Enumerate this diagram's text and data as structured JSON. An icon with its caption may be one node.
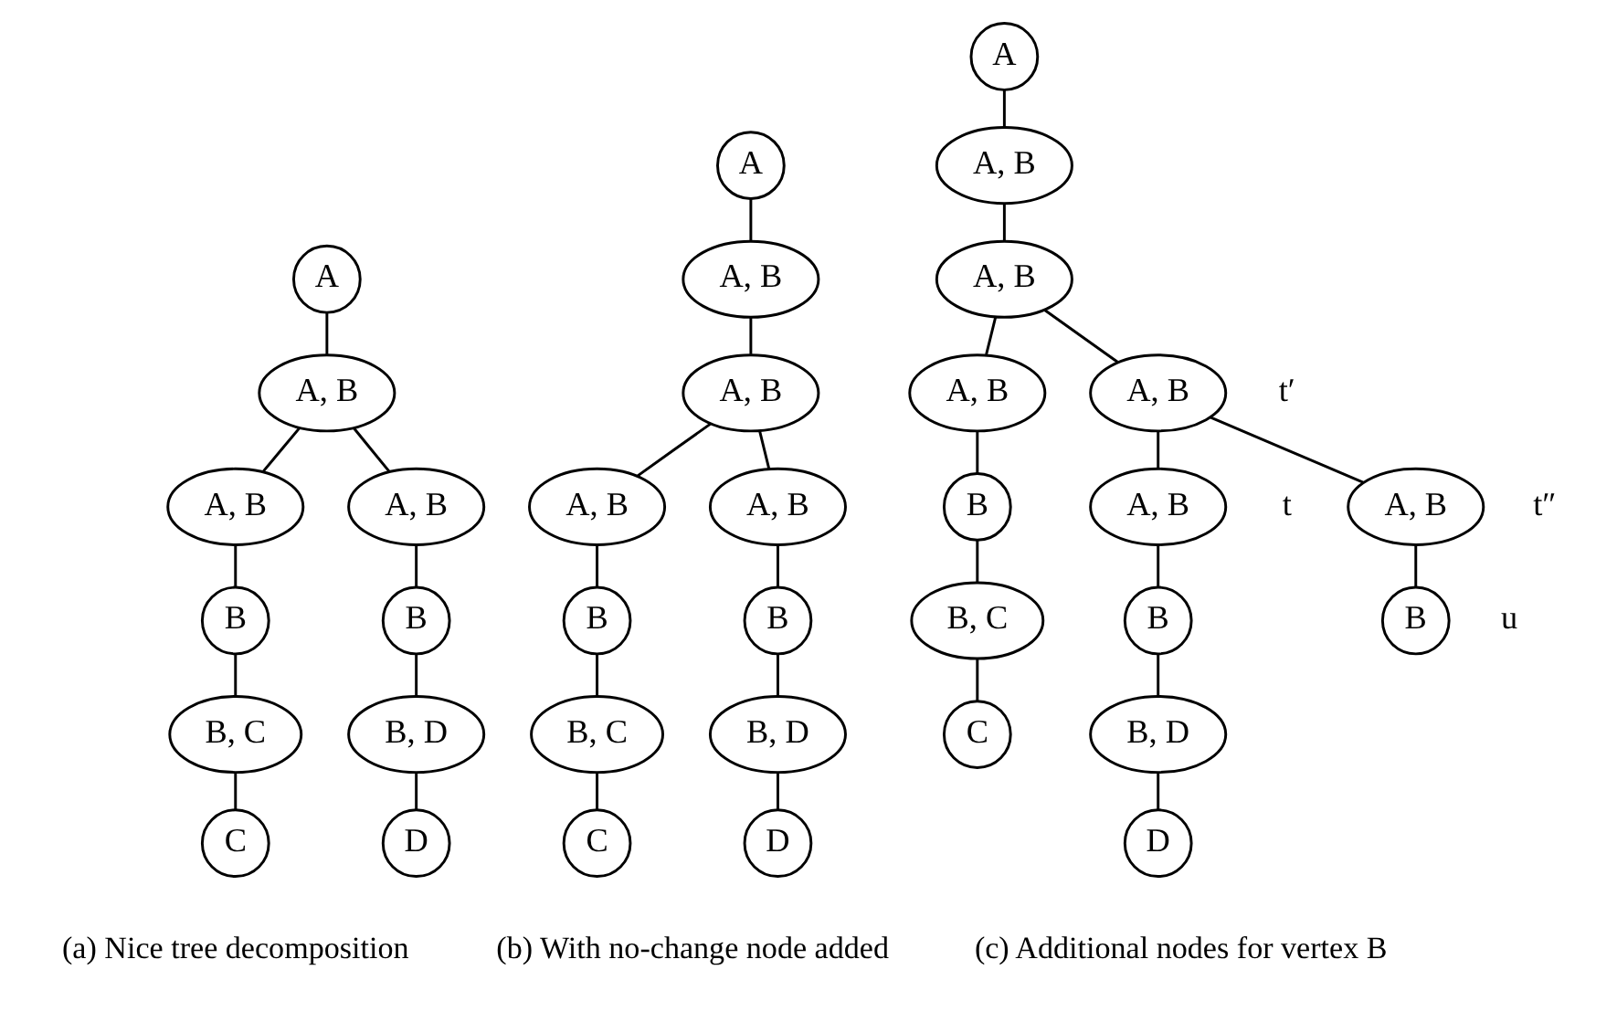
{
  "diagram": {
    "nodes": [
      {
        "text": [
          "A"
        ]
      },
      {
        "text": [
          "A, B"
        ]
      },
      {
        "text": [
          "A, B"
        ]
      },
      {
        "text": [
          "B"
        ]
      },
      {
        "text": [
          "B, C"
        ]
      },
      {
        "text": [
          "C"
        ]
      },
      {
        "text": [
          "A, B"
        ]
      },
      {
        "text": [
          "B"
        ]
      },
      {
        "text": [
          "B, D"
        ]
      },
      {
        "text": [
          "D"
        ]
      },
      {
        "text": [
          "A"
        ]
      },
      {
        "text": [
          "A, B"
        ]
      },
      {
        "text": [
          "A, B"
        ]
      },
      {
        "text": [
          "A, B"
        ]
      },
      {
        "text": [
          "B"
        ]
      },
      {
        "text": [
          "B, C"
        ]
      },
      {
        "text": [
          "C"
        ]
      },
      {
        "text": [
          "A, B"
        ]
      },
      {
        "text": [
          "B"
        ]
      },
      {
        "text": [
          "B, D"
        ]
      },
      {
        "text": [
          "D"
        ]
      },
      {
        "text": [
          "A"
        ]
      },
      {
        "text": [
          "A, B"
        ]
      },
      {
        "text": [
          "A, B"
        ]
      },
      {
        "text": [
          "A, B"
        ]
      },
      {
        "text": [
          "B"
        ]
      },
      {
        "text": [
          "B, C"
        ]
      },
      {
        "text": [
          "C"
        ]
      },
      {
        "text": [
          "A, B"
        ],
        "beside": [
          "t′"
        ]
      },
      {
        "text": [
          "A, B"
        ],
        "beside": [
          "t"
        ]
      },
      {
        "text": [
          "B"
        ]
      },
      {
        "text": [
          "B, D"
        ]
      },
      {
        "text": [
          "D"
        ]
      },
      {
        "text": [
          "A, B"
        ],
        "beside": [
          "t″"
        ]
      },
      {
        "text": [
          "B"
        ],
        "beside": [
          "u"
        ]
      }
    ],
    "edges": [
      {
        "from": 0,
        "to": 1,
        "arrow": "none"
      },
      {
        "from": 1,
        "to": 2,
        "arrow": "none"
      },
      {
        "from": 2,
        "to": 3,
        "arrow": "none"
      },
      {
        "from": 3,
        "to": 4,
        "arrow": "none"
      },
      {
        "from": 4,
        "to": 5,
        "arrow": "none"
      },
      {
        "from": 1,
        "to": 6,
        "arrow": "none"
      },
      {
        "from": 6,
        "to": 7,
        "arrow": "none"
      },
      {
        "from": 7,
        "to": 8,
        "arrow": "none"
      },
      {
        "from": 8,
        "to": 9,
        "arrow": "none"
      },
      {
        "from": 10,
        "to": 11,
        "arrow": "none"
      },
      {
        "from": 11,
        "to": 12,
        "arrow": "none"
      },
      {
        "from": 12,
        "to": 13,
        "arrow": "none"
      },
      {
        "from": 13,
        "to": 14,
        "arrow": "none"
      },
      {
        "from": 14,
        "to": 15,
        "arrow": "none"
      },
      {
        "from": 15,
        "to": 16,
        "arrow": "none"
      },
      {
        "from": 12,
        "to": 17,
        "arrow": "none"
      },
      {
        "from": 17,
        "to": 18,
        "arrow": "none"
      },
      {
        "from": 18,
        "to": 19,
        "arrow": "none"
      },
      {
        "from": 19,
        "to": 20,
        "arrow": "none"
      },
      {
        "from": 21,
        "to": 22,
        "arrow": "none"
      },
      {
        "from": 22,
        "to": 23,
        "arrow": "none"
      },
      {
        "from": 23,
        "to": 24,
        "arrow": "none"
      },
      {
        "from": 24,
        "to": 25,
        "arrow": "none"
      },
      {
        "from": 25,
        "to": 26,
        "arrow": "none"
      },
      {
        "from": 26,
        "to": 27,
        "arrow": "none"
      },
      {
        "from": 23,
        "to": 28,
        "arrow": "none"
      },
      {
        "from": 28,
        "to": 29,
        "arrow": "none"
      },
      {
        "from": 29,
        "to": 30,
        "arrow": "none"
      },
      {
        "from": 30,
        "to": 31,
        "arrow": "none"
      },
      {
        "from": 31,
        "to": 32,
        "arrow": "none"
      },
      {
        "from": 28,
        "to": 33,
        "arrow": "none"
      },
      {
        "from": 33,
        "to": 34,
        "arrow": "none"
      }
    ],
    "labels": [
      "(a) Nice tree decomposition",
      "(b) With no-change node added",
      "(c) Additional nodes for vertex B"
    ]
  }
}
